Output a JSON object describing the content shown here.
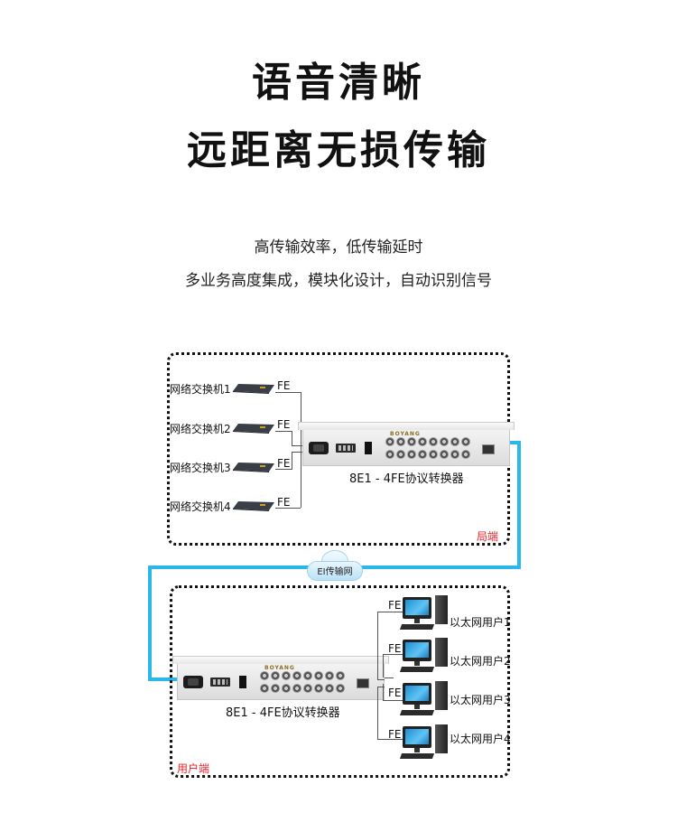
{
  "header": {
    "title_line1": "语音清晰",
    "title_line2": "远距离无损传输",
    "subtitle_line1": "高传输效率，低传输延时",
    "subtitle_line2": "多业务高度集成，模块化设计，自动识别信号"
  },
  "diagram": {
    "colors": {
      "link": "#2ab7ec",
      "zone_label": "#e8232a",
      "zone_border": "#111111"
    },
    "top_zone": {
      "label": "局端",
      "switches": [
        {
          "label": "网络交换机1",
          "port": "FE"
        },
        {
          "label": "网络交换机2",
          "port": "FE"
        },
        {
          "label": "网络交换机3",
          "port": "FE"
        },
        {
          "label": "网络交换机4",
          "port": "FE"
        }
      ],
      "device": {
        "brand": "BOYANG",
        "caption": "8E1 - 4FE协议转换器"
      }
    },
    "network": {
      "label": "EI传输网"
    },
    "bottom_zone": {
      "label": "用户端",
      "device": {
        "brand": "BOYANG",
        "caption": "8E1 - 4FE协议转换器"
      },
      "users": [
        {
          "label": "以太网用户1",
          "port": "FE"
        },
        {
          "label": "以太网用户2",
          "port": "FE"
        },
        {
          "label": "以太网用户3",
          "port": "FE"
        },
        {
          "label": "以太网用户4",
          "port": "FE"
        }
      ]
    }
  }
}
